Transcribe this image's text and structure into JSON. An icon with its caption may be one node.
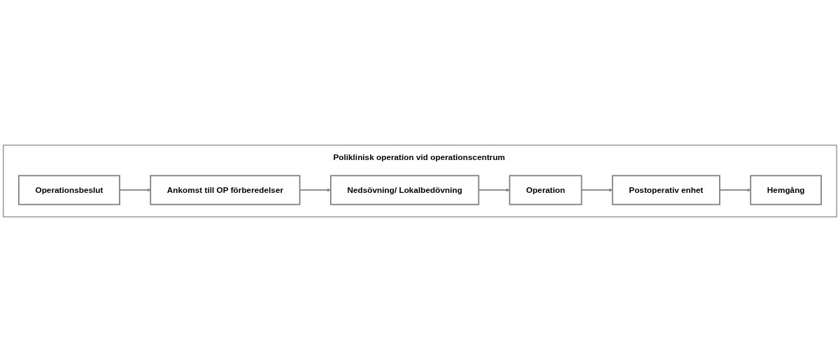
{
  "diagram": {
    "nodes": [
      {
        "text": [
          "Poliklinisk operation vid operationscentrum"
        ]
      },
      {
        "text": [
          "Operationsbeslut"
        ],
        "in": 0
      },
      {
        "text": [
          "Ankomst till OP förberedelser"
        ],
        "in": 0
      },
      {
        "text": [
          "Nedsövning/ Lokalbedövning"
        ],
        "in": 0
      },
      {
        "text": [
          "Operation"
        ],
        "in": 0
      },
      {
        "text": [
          "Postoperativ enhet"
        ],
        "in": 0
      },
      {
        "text": [
          "Hemgång"
        ],
        "in": 0
      }
    ],
    "edges": [
      {
        "from": 1,
        "to": 2,
        "arrow": "to"
      },
      {
        "from": 2,
        "to": 3,
        "arrow": "to"
      },
      {
        "from": 3,
        "to": 4,
        "arrow": "to"
      },
      {
        "from": 4,
        "to": 5,
        "arrow": "to"
      },
      {
        "from": 5,
        "to": 6,
        "arrow": "to"
      }
    ]
  }
}
